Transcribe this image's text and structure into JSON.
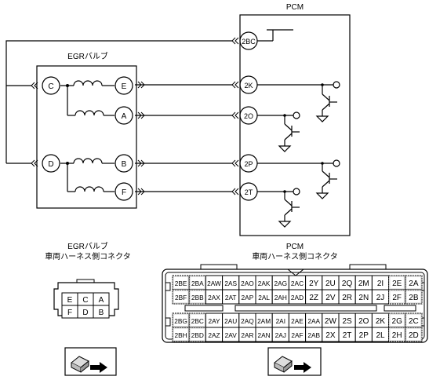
{
  "pcm_title": "PCM",
  "egr_valve_title": "EGRバルブ",
  "egr_pins": [
    {
      "id": "C"
    },
    {
      "id": "E"
    },
    {
      "id": "A"
    },
    {
      "id": "D"
    },
    {
      "id": "B"
    },
    {
      "id": "F"
    }
  ],
  "pcm_pins": [
    {
      "id": "2BC"
    },
    {
      "id": "2K"
    },
    {
      "id": "2O"
    },
    {
      "id": "2P"
    },
    {
      "id": "2T"
    }
  ],
  "egr_connector": {
    "title1": "EGRバルブ",
    "title2": "車両ハーネス側コネクタ",
    "rows": [
      [
        "E",
        "C",
        "A"
      ],
      [
        "F",
        "D",
        "B"
      ]
    ]
  },
  "pcm_connector": {
    "title1": "PCM",
    "title2": "車両ハーネス側コネクタ",
    "rows": [
      [
        "2BE",
        "2BA",
        "2AW",
        "2AS",
        "2AO",
        "2AK",
        "2AG",
        "2AC",
        "2Y",
        "2U",
        "2Q",
        "2M",
        "2I",
        "2E",
        "2A"
      ],
      [
        "2BF",
        "2BB",
        "2AX",
        "2AT",
        "2AP",
        "2AL",
        "2AH",
        "2AD",
        "2Z",
        "2V",
        "2R",
        "2N",
        "2J",
        "2F",
        "2B"
      ],
      [
        "2BG",
        "2BC",
        "2AY",
        "2AU",
        "2AQ",
        "2AM",
        "2AI",
        "2AE",
        "2AA",
        "2W",
        "2S",
        "2O",
        "2K",
        "2G",
        "2C"
      ],
      [
        "2BH",
        "2BD",
        "2AZ",
        "2AV",
        "2AR",
        "2AN",
        "2AJ",
        "2AF",
        "2AB",
        "2X",
        "2T",
        "2P",
        "2L",
        "2H",
        "2D"
      ]
    ]
  }
}
